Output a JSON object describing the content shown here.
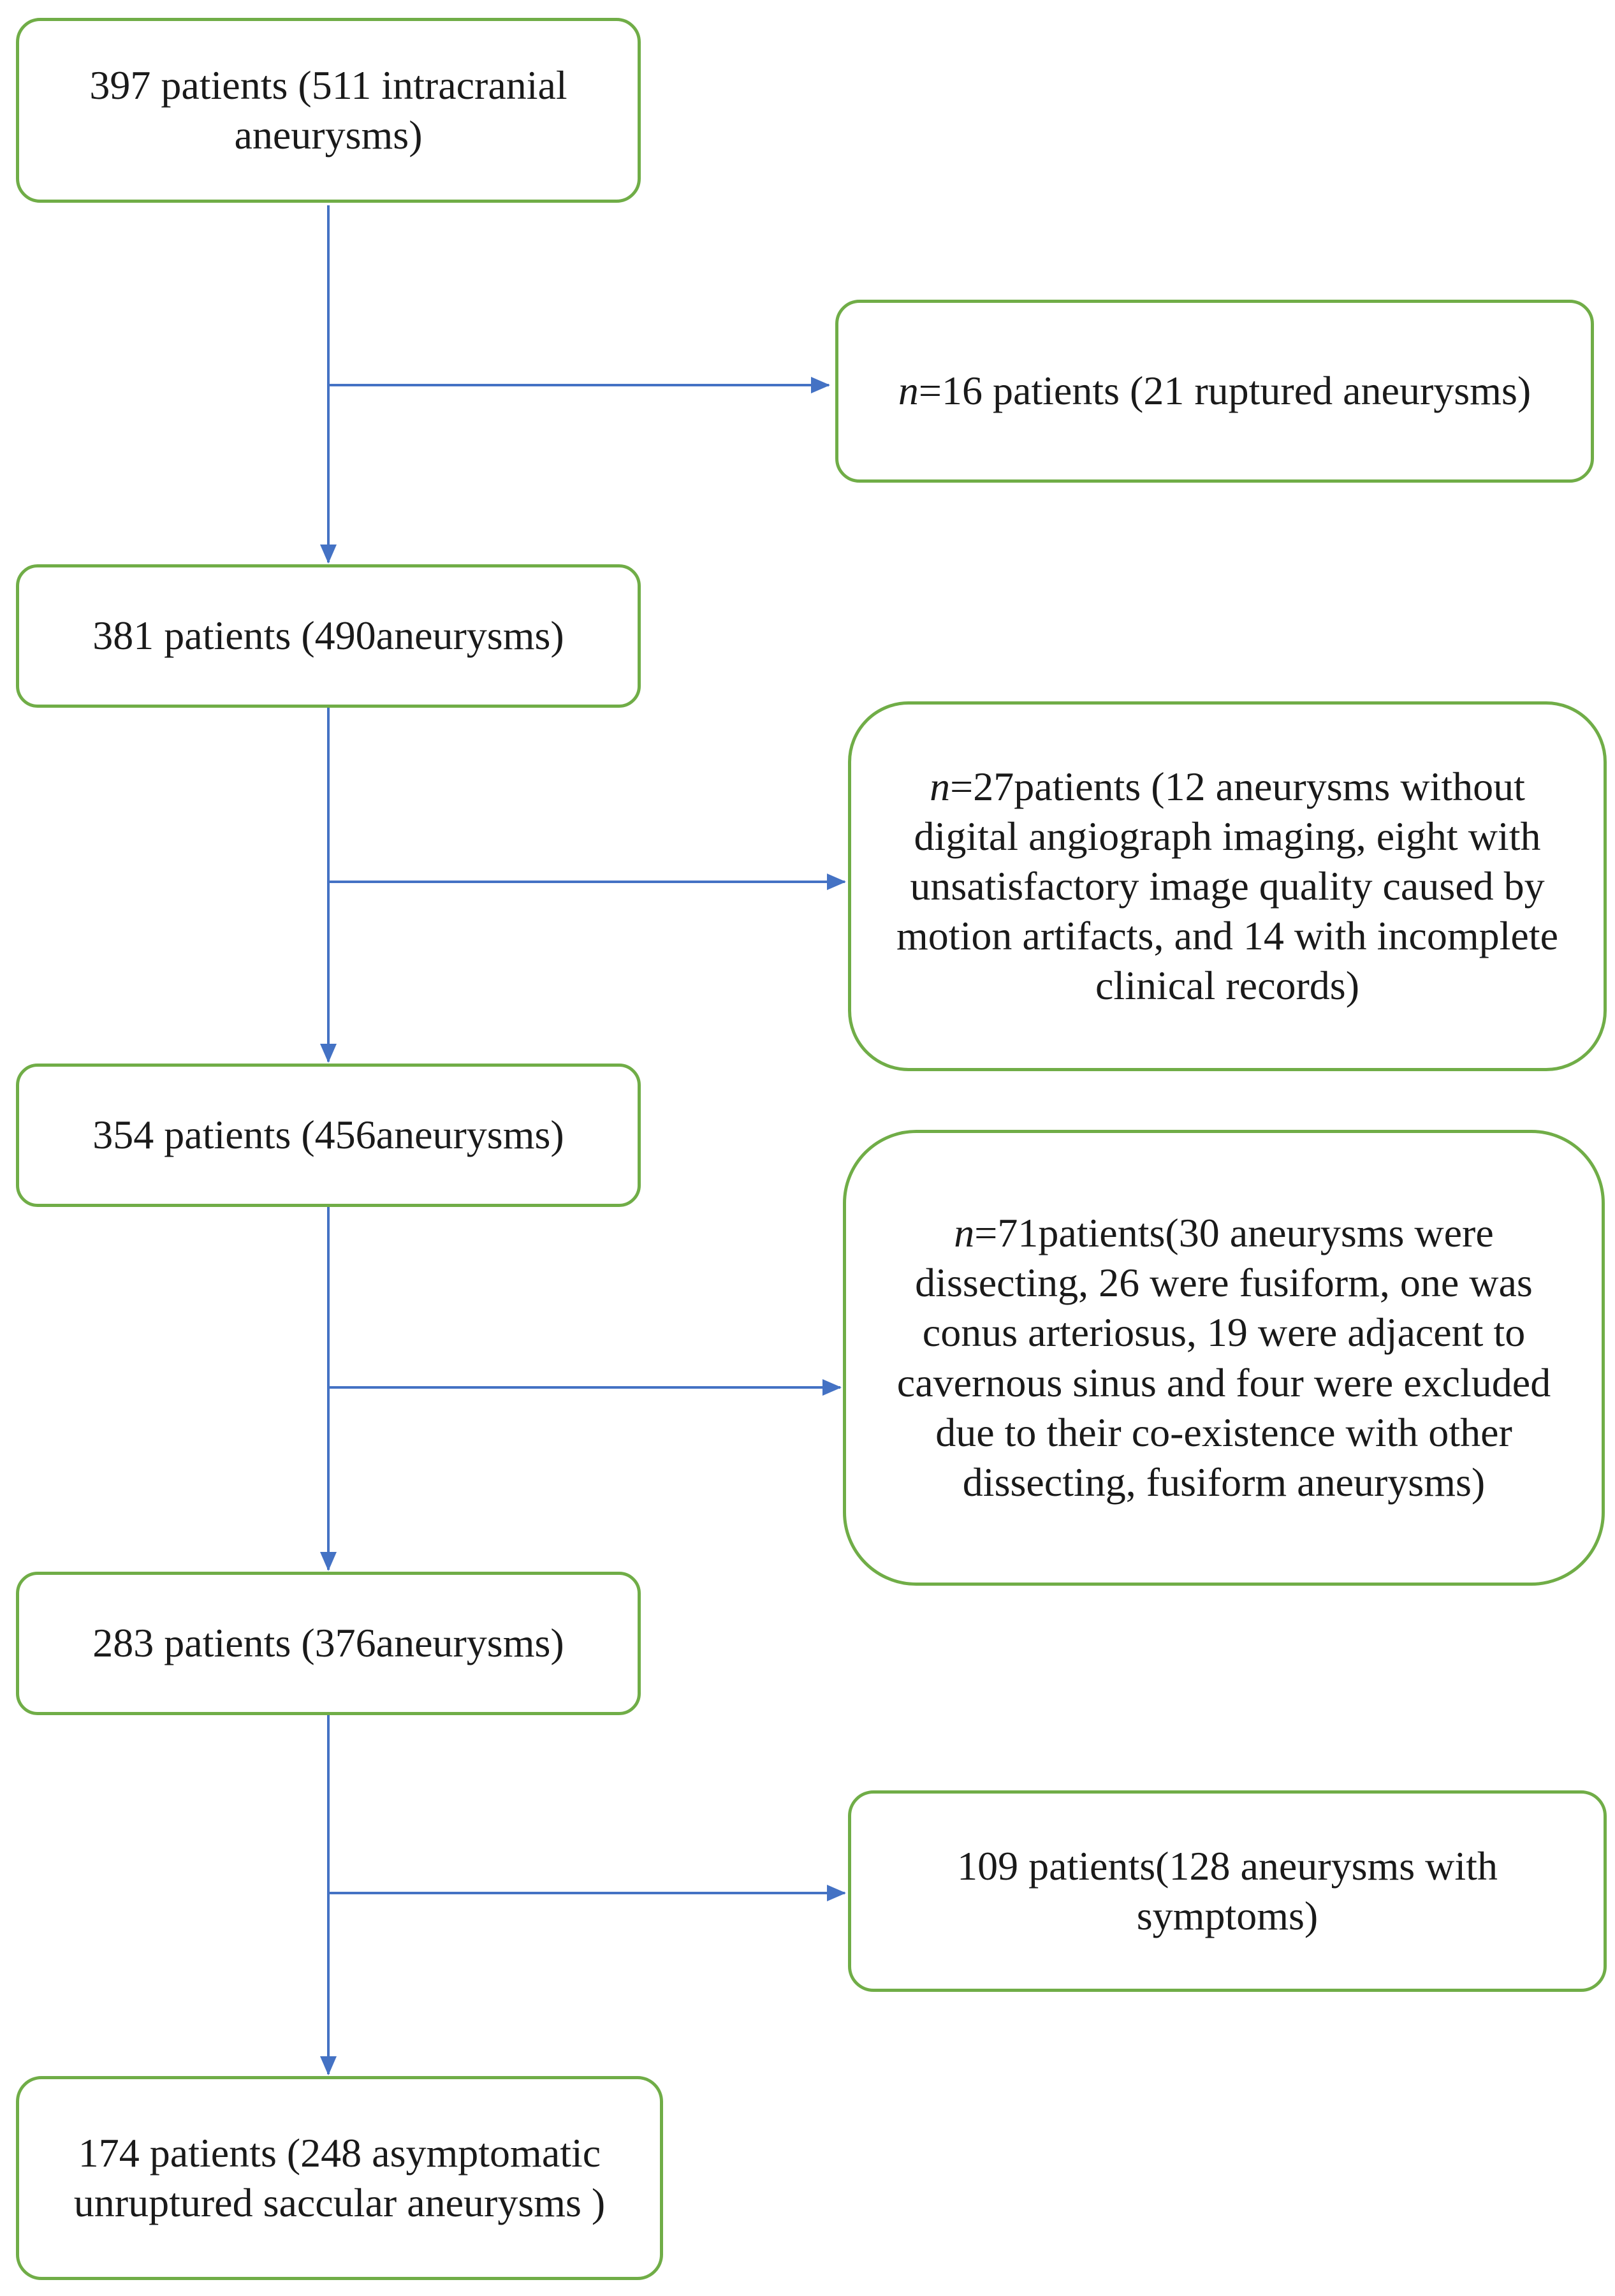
{
  "colors": {
    "box_border": "#70ad47",
    "arrow": "#4472c4",
    "text": "#1a1a1a"
  },
  "flow": {
    "main": [
      {
        "id": "step1",
        "text": "397 patients (511 intracranial aneurysms)"
      },
      {
        "id": "step2",
        "text": "381 patients (490aneurysms)"
      },
      {
        "id": "step3",
        "text": "354 patients (456aneurysms)"
      },
      {
        "id": "step4",
        "text": "283 patients (376aneurysms)"
      },
      {
        "id": "step5",
        "text": "174 patients (248 asymptomatic unruptured saccular aneurysms )"
      }
    ],
    "exclusions": [
      {
        "id": "excl1",
        "prefix": "n",
        "text": "=16 patients (21 ruptured aneurysms)"
      },
      {
        "id": "excl2",
        "prefix": "n",
        "text": "=27patients (12 aneurysms without digital angiograph imaging, eight with unsatisfactory image quality caused by motion artifacts, and 14 with incomplete clinical records)"
      },
      {
        "id": "excl3",
        "prefix": "n",
        "text": "=71patients(30 aneurysms were dissecting, 26 were fusiform, one was conus arteriosus, 19 were adjacent to cavernous sinus and four were excluded due to their co-existence with other dissecting, fusiform aneurysms)"
      },
      {
        "id": "excl4",
        "prefix": "",
        "text": "109 patients(128 aneurysms with symptoms)"
      }
    ]
  }
}
